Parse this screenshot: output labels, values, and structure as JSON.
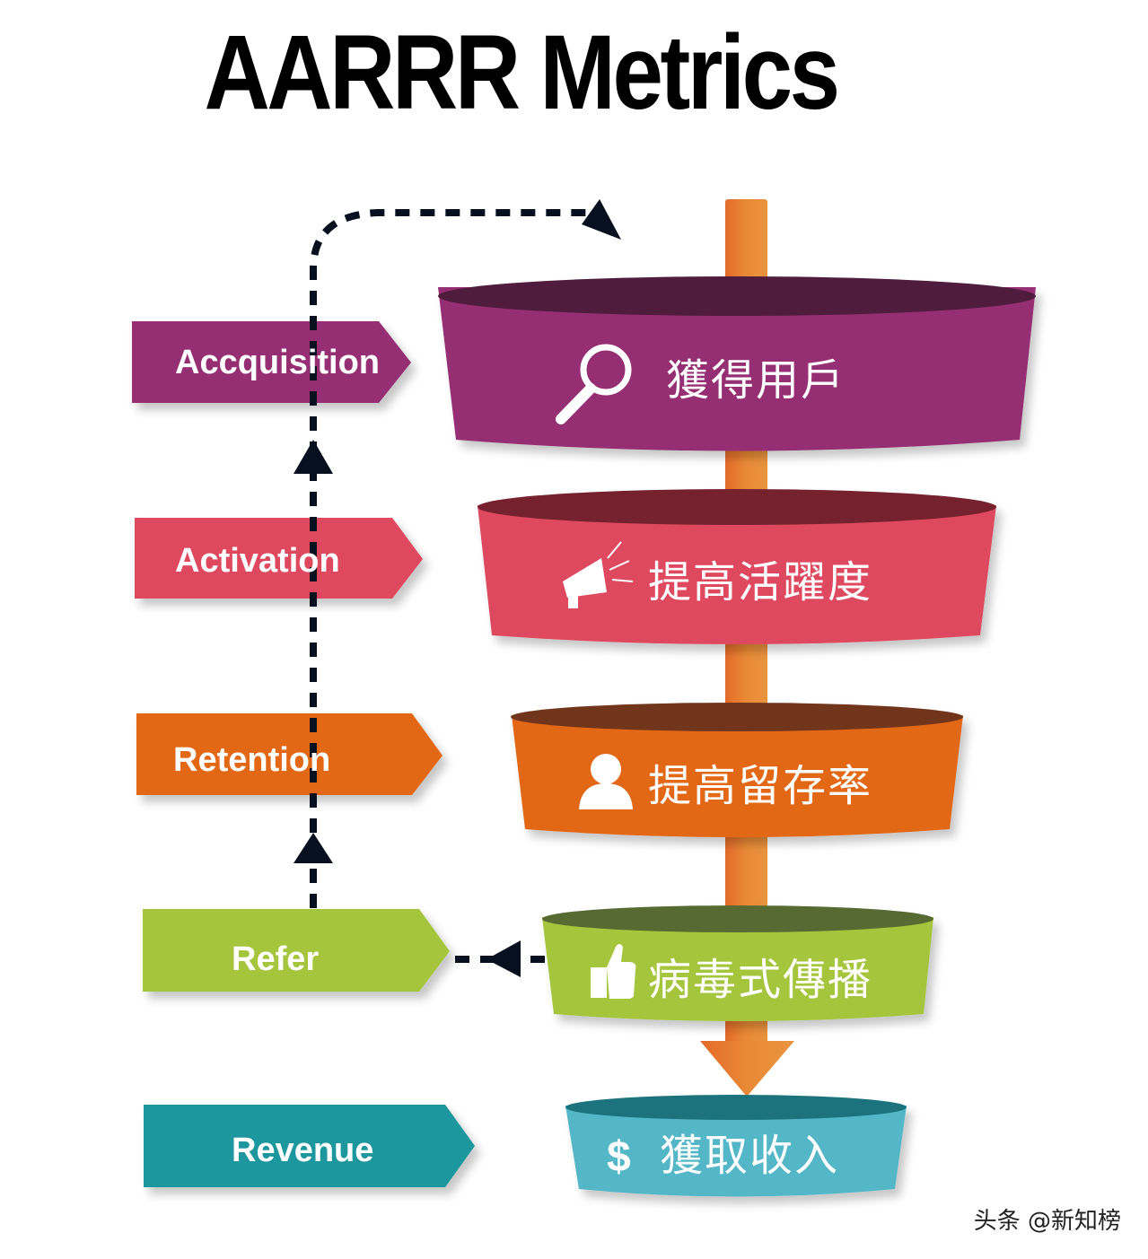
{
  "title": "AARRR Metrics",
  "stages": [
    {
      "id": "acquisition",
      "label": "Accquisition",
      "chinese": "獲得用戶",
      "icon": "magnifier-icon",
      "color": "#952E72",
      "rim_color": "#4F1A3D"
    },
    {
      "id": "activation",
      "label": "Activation",
      "chinese": "提高活躍度",
      "icon": "megaphone-icon",
      "color": "#DF4A5E",
      "rim_color": "#76232F"
    },
    {
      "id": "retention",
      "label": "Retention",
      "chinese": "提高留存率",
      "icon": "user-icon",
      "color": "#E36719",
      "rim_color": "#71361E"
    },
    {
      "id": "refer",
      "label": "Refer",
      "chinese": "病毒式傳播",
      "icon": "thumbs-up-icon",
      "color": "#A5C53D",
      "rim_color": "#566A30"
    },
    {
      "id": "revenue",
      "label": "Revenue",
      "chinese": "獲取收入",
      "icon": "dollar-icon",
      "color": "#53B7C7",
      "rim_color": "#1B737D",
      "label_color": "#1F979E"
    }
  ],
  "icons": {
    "dollar": "$"
  },
  "colors": {
    "pipe": "#E98A35",
    "pipe_dark": "#E46A2A",
    "arrow": "#06101F"
  },
  "watermark": "头条 @新知榜"
}
